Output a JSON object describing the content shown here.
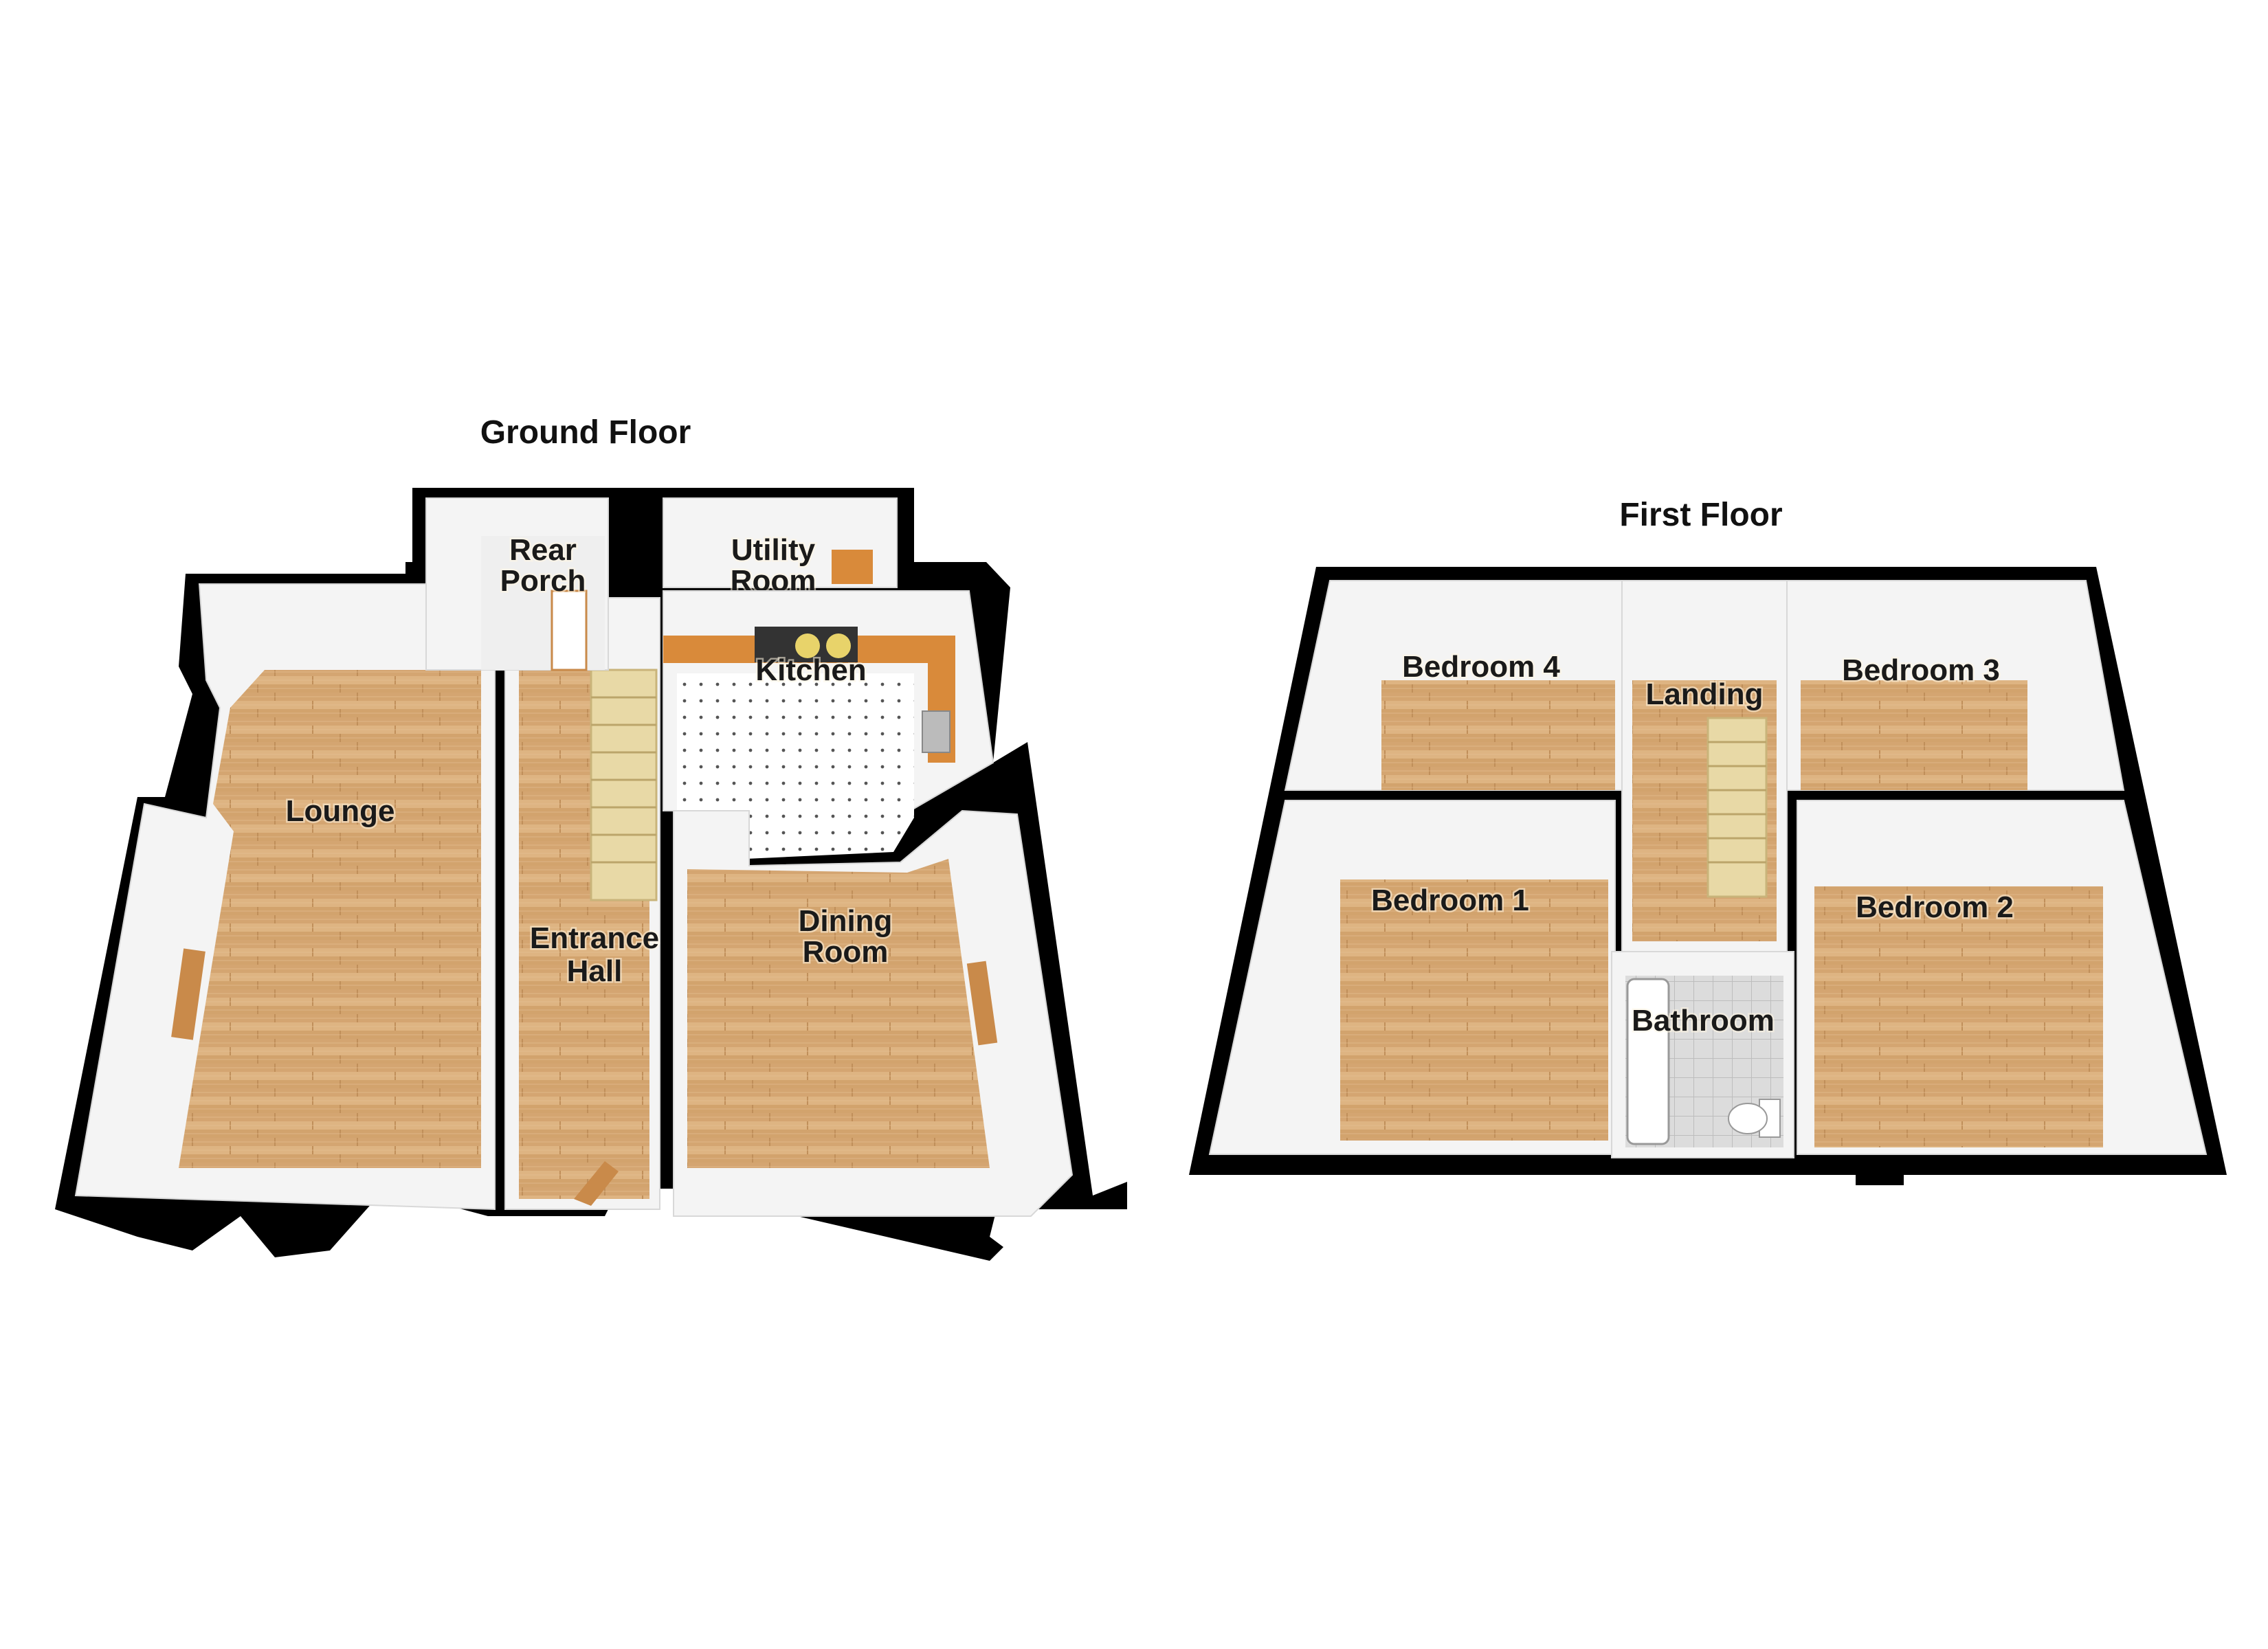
{
  "ground_floor": {
    "title": "Ground Floor",
    "rooms": {
      "lounge": "Lounge",
      "rear_porch_1": "Rear",
      "rear_porch_2": "Porch",
      "utility_1": "Utility",
      "utility_2": "Room",
      "kitchen": "Kitchen",
      "entrance_1": "Entrance",
      "entrance_2": "Hall",
      "dining_1": "Dining",
      "dining_2": "Room"
    }
  },
  "first_floor": {
    "title": "First Floor",
    "rooms": {
      "bedroom4": "Bedroom 4",
      "landing": "Landing",
      "bedroom3": "Bedroom 3",
      "bedroom1": "Bedroom 1",
      "bedroom2": "Bedroom 2",
      "bathroom": "Bathroom"
    }
  },
  "colors": {
    "wood_floor": "#d9ad78",
    "tile_floor": "#ffffff",
    "wall": "#000000",
    "wall_face": "#f3f3f3",
    "stairs": "#e8d9a6",
    "worktop": "#d98a3a"
  }
}
